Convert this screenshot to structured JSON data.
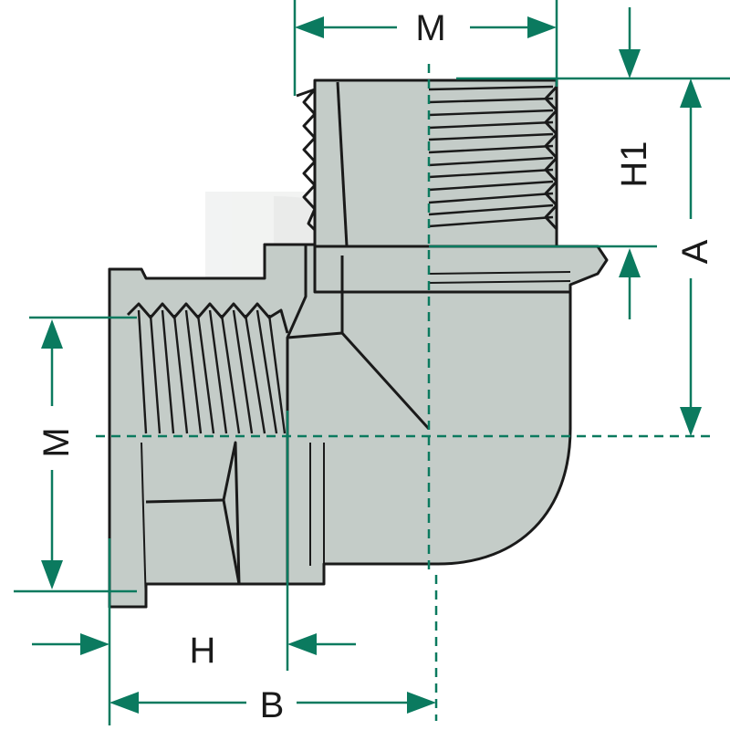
{
  "diagram": {
    "labels": {
      "m_top": "M",
      "m_left": "M",
      "h1": "H1",
      "a": "A",
      "h": "H",
      "b": "B"
    },
    "colors": {
      "dimension": "#0b7a5f",
      "body": "#c4ccc8",
      "outline": "#1a1a1a",
      "watermark": "#e2e4e3"
    }
  }
}
